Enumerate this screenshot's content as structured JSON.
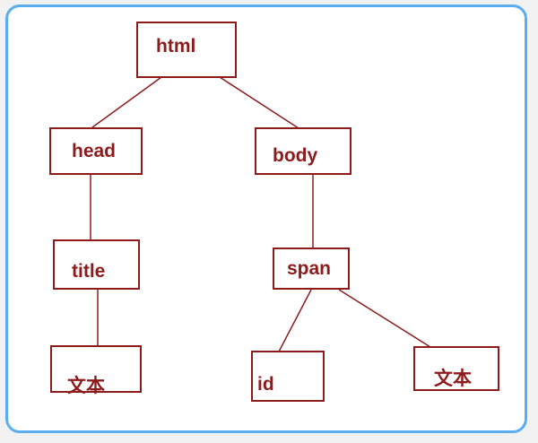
{
  "colors": {
    "frame": "#5aaef0",
    "box": "#8e1b1b",
    "text": "#8e1b1b",
    "edge": "#8e1b1b"
  },
  "nodes": {
    "html": "html",
    "head": "head",
    "body": "body",
    "title": "title",
    "span": "span",
    "text_left": "文本",
    "id": "id",
    "text_right": "文本"
  },
  "edges": [
    [
      "html",
      "head"
    ],
    [
      "html",
      "body"
    ],
    [
      "head",
      "title"
    ],
    [
      "title",
      "text_left"
    ],
    [
      "body",
      "span"
    ],
    [
      "span",
      "id"
    ],
    [
      "span",
      "text_right"
    ]
  ]
}
